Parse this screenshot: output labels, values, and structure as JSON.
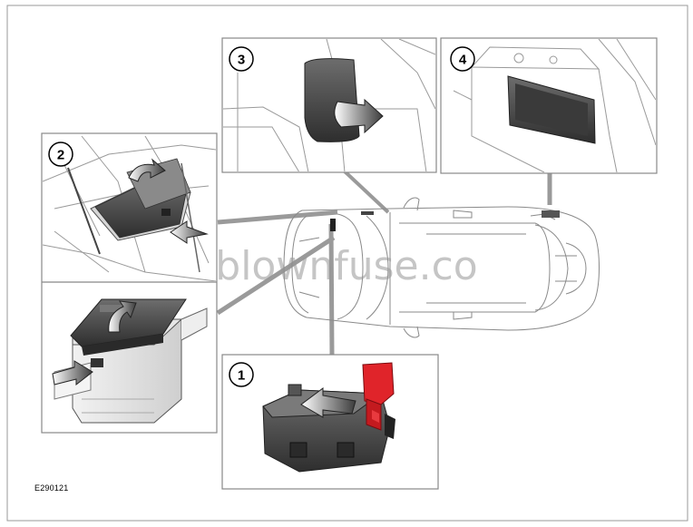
{
  "figure": {
    "reference_code": "E290121",
    "watermark_text": "blownfuse.co"
  },
  "callouts": [
    {
      "number": "1"
    },
    {
      "number": "2"
    },
    {
      "number": "3"
    },
    {
      "number": "4"
    }
  ],
  "colors": {
    "fuse_cover_red": "#e0242a",
    "arrow_gray": "#5a5a5a",
    "leader_gray": "#9a9a9a",
    "panel_border": "#888888"
  }
}
